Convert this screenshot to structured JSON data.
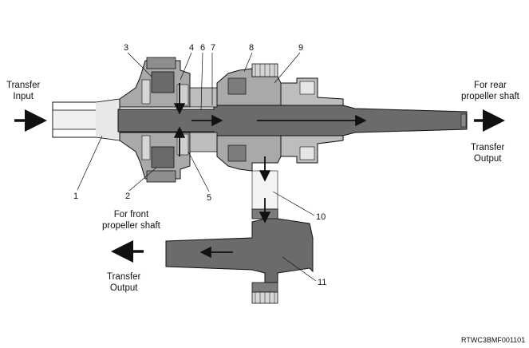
{
  "labels": {
    "transfer_input": "Transfer\nInput",
    "rear_shaft": "For rear\npropeller shaft",
    "transfer_output_right": "Transfer\nOutput",
    "front_shaft": "For front\npropeller shaft",
    "transfer_output_left": "Transfer\nOutput",
    "figure_code": "RTWC3BMF001101"
  },
  "callouts": [
    "1",
    "2",
    "3",
    "4",
    "5",
    "6",
    "7",
    "8",
    "9",
    "10",
    "11"
  ],
  "colors": {
    "shaft": "#6b6b6b",
    "housing": "#a9a9a9",
    "light": "#d6d6d6",
    "outline": "#111111",
    "arrow": "#111111"
  }
}
